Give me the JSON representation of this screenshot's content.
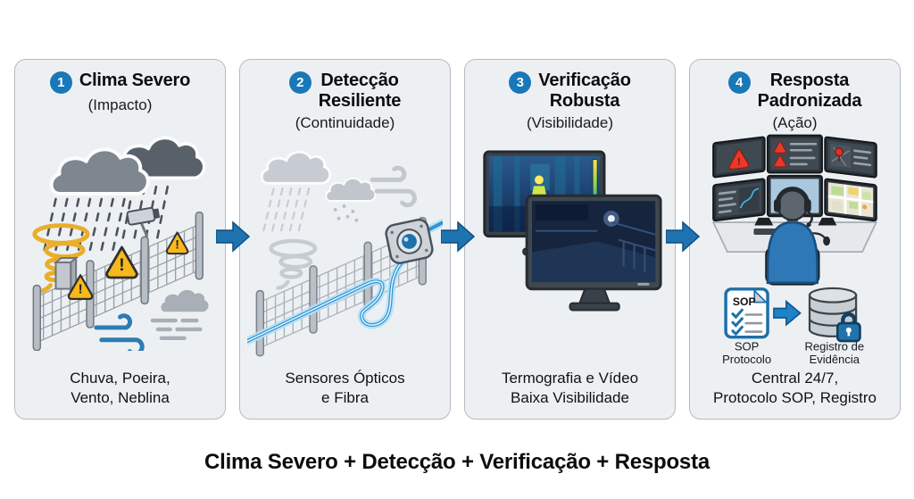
{
  "page": {
    "background": "#ffffff",
    "footer_title": "Clima Severo + Detecção + Verificação + Resposta"
  },
  "colors": {
    "accent_blue": "#1878b8",
    "arrow_blue": "#1f73b1",
    "panel_bg": "#edf0f3",
    "panel_border": "#b5bbc2",
    "warning_yellow": "#f8b81c",
    "alert_red": "#e8392b",
    "fiber_blue": "#2f93d4",
    "tornado_yellow": "#e9ae2a"
  },
  "symbols": {
    "exclamation": "!"
  },
  "panels": [
    {
      "number": "1",
      "title": "Clima Severo",
      "subtitle": "(Impacto)",
      "caption": "Chuva, Poeira,\nVento, Neblina",
      "icons": [
        "storm-clouds-icon",
        "rain-icon",
        "tornado-icon",
        "perimeter-fence",
        "security-camera-icon",
        "warning-triangle-icon",
        "junction-box-icon",
        "wind-icon",
        "fog-icon"
      ]
    },
    {
      "number": "2",
      "title": "Detecção\nResiliente",
      "subtitle": "(Continuidade)",
      "caption": "Sensores Ópticos\ne Fibra",
      "icons": [
        "faded-weather-icons",
        "perimeter-fence",
        "fiber-optic-cable",
        "optical-sensor-icon"
      ]
    },
    {
      "number": "3",
      "title": "Verificação\nRobusta",
      "subtitle": "(Visibilidade)",
      "caption": "Termografia e Vídeo\nBaixa Visibilidade",
      "icons": [
        "thermal-monitor-icon",
        "video-monitor-icon"
      ]
    },
    {
      "number": "4",
      "title": "Resposta\nPadronizada",
      "subtitle": "(Ação)",
      "caption": "Central 24/7,\nProtocolo SOP, Registro",
      "icons": [
        "monitor-wall",
        "operator",
        "sop-document-icon",
        "arrow-right-icon",
        "database-icon",
        "padlock-icon"
      ],
      "extras": {
        "sop_doc_label": "SOP",
        "sop_label_line1": "SOP",
        "sop_label_line2": "Protocolo",
        "registry_label_line1": "Registro de",
        "registry_label_line2": "Evidência"
      }
    }
  ]
}
